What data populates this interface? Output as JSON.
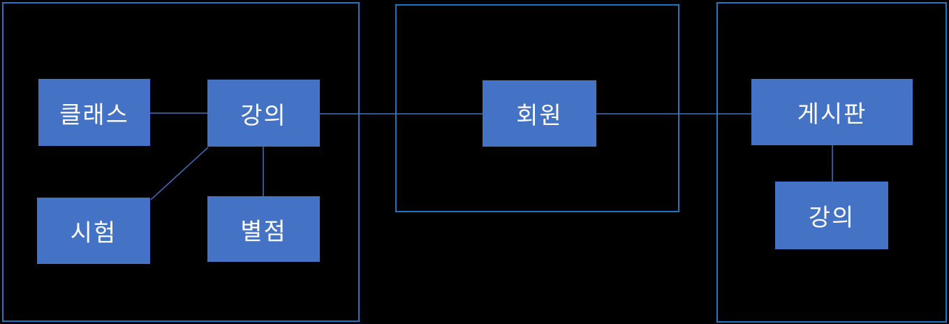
{
  "diagram": {
    "background_color": "#000000",
    "colors": {
      "node_fill": "#4472C4",
      "node_text": "#FFFFFF",
      "container_border": "#1E78C8",
      "connector": "#4472C4"
    },
    "groups": [
      {
        "id": "left-group",
        "contains": [
          "클래스",
          "강의",
          "시험",
          "별점"
        ]
      },
      {
        "id": "middle-group",
        "contains": [
          "회원"
        ]
      },
      {
        "id": "right-group",
        "contains": [
          "게시판",
          "강의"
        ]
      }
    ],
    "nodes": {
      "class": {
        "label": "클래스"
      },
      "lecture": {
        "label": "강의"
      },
      "exam": {
        "label": "시험"
      },
      "rating": {
        "label": "별점"
      },
      "member": {
        "label": "회원"
      },
      "board": {
        "label": "게시판"
      },
      "board_lecture": {
        "label": "강의"
      }
    },
    "edges": [
      {
        "from": "class",
        "to": "lecture"
      },
      {
        "from": "lecture",
        "to": "member"
      },
      {
        "from": "member",
        "to": "board"
      },
      {
        "from": "lecture",
        "to": "rating"
      },
      {
        "from": "lecture",
        "to": "exam"
      },
      {
        "from": "board",
        "to": "board_lecture"
      }
    ]
  }
}
